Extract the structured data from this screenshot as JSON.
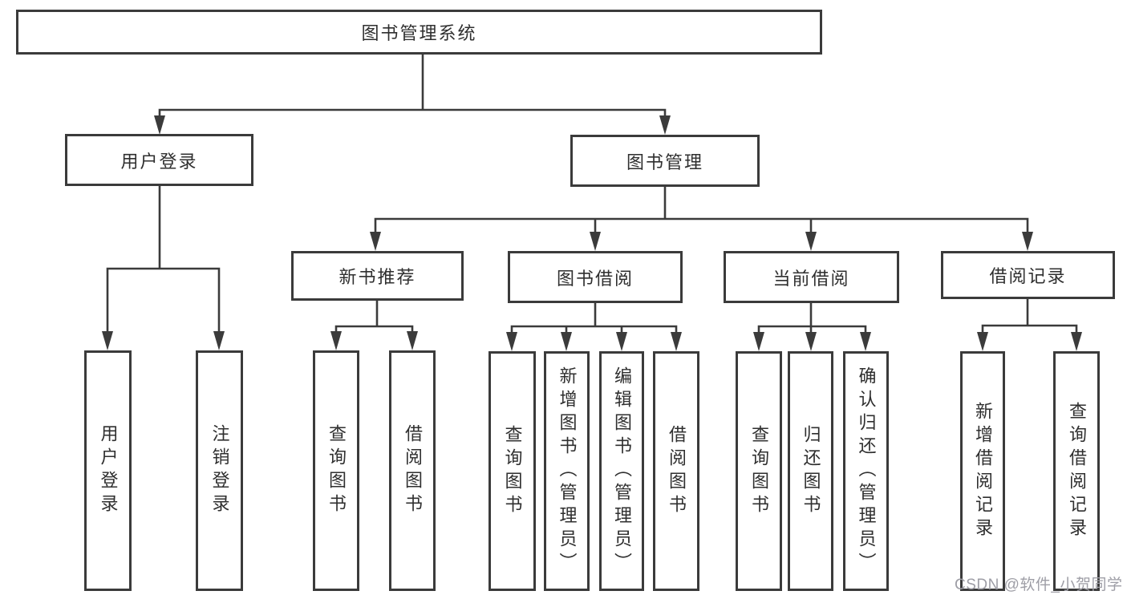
{
  "tree": {
    "root": {
      "label": "图书管理系统"
    },
    "level2": [
      {
        "label": "用户登录"
      },
      {
        "label": "图书管理"
      }
    ],
    "level3": [
      {
        "label": "新书推荐"
      },
      {
        "label": "图书借阅"
      },
      {
        "label": "当前借阅"
      },
      {
        "label": "借阅记录"
      }
    ],
    "leaves": {
      "user_login": [
        "用户登录",
        "注销登录"
      ],
      "new_book_recommend": [
        "查询图书",
        "借阅图书"
      ],
      "book_borrow": [
        "查询图书",
        "新增图书（管理员）",
        "编辑图书（管理员）",
        "借阅图书"
      ],
      "current_borrow": [
        "查询图书",
        "归还图书",
        "确认归还（管理员）"
      ],
      "borrow_records": [
        "新增借阅记录",
        "查询借阅记录"
      ]
    }
  },
  "watermark": {
    "text": "CSDN @软件_小贺同学"
  },
  "colors": {
    "line": "#3b3b3b",
    "text": "#2f2f2f",
    "background": "#ffffff",
    "watermark": "#9e9ea6"
  }
}
